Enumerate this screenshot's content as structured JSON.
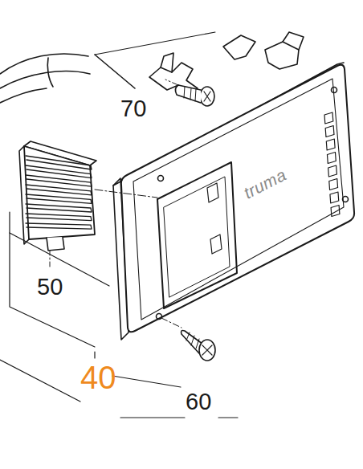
{
  "diagram": {
    "labels": [
      "70",
      "truma",
      "50",
      "40",
      "60"
    ]
  }
}
